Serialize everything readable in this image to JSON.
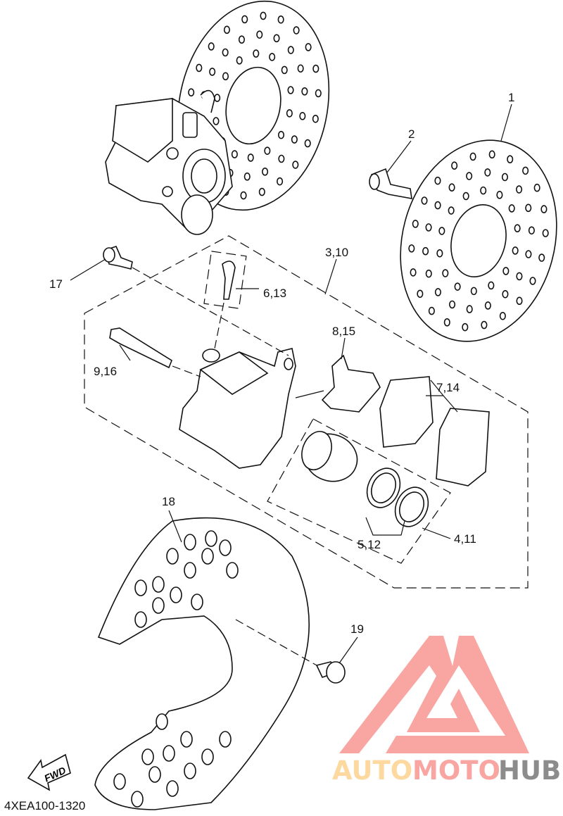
{
  "diagram_code": "4XEA100-1320",
  "fwd_label": "FWD",
  "callouts": {
    "c1": "1",
    "c2": "2",
    "c3": "3,10",
    "c4": "4,11",
    "c5": "5,12",
    "c6": "6,13",
    "c7": "7,14",
    "c8": "8,15",
    "c9": "9,16",
    "c17": "17",
    "c18": "18",
    "c19": "19"
  },
  "watermark": {
    "part1": "AUTO",
    "part2": "MOTO",
    "part3": "HUB",
    "colors": {
      "auto": "#fdd9a0",
      "moto": "#f9a6a2",
      "hub": "#8c8c8c",
      "mark": "#f9a6a2"
    }
  }
}
